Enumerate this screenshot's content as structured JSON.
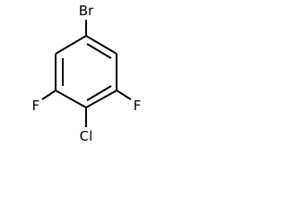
{
  "molecule": {
    "atoms": {
      "bromine": "Br",
      "chlorine": "Cl",
      "fluorine_left": "F",
      "fluorine_right": "F"
    }
  },
  "colors": {
    "background": "#ffffff",
    "stroke": "#000000"
  }
}
